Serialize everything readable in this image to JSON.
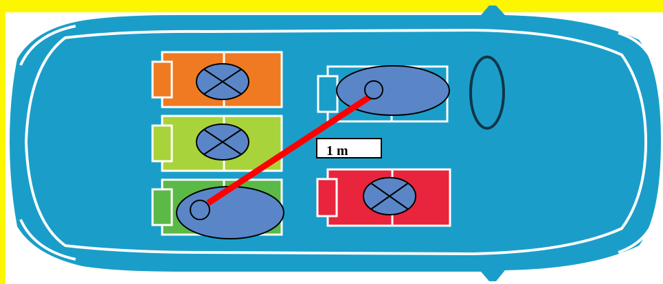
{
  "diagram": {
    "distance_label": "1 m"
  },
  "colors": {
    "frame": "#fcf600",
    "car_body": "#1a9ec9",
    "car_outline": "#ffffff",
    "seat_orange": "#ef7a21",
    "seat_lime": "#a8d33a",
    "seat_green": "#5bb947",
    "seat_red": "#e8253d",
    "person_fill": "#5a86c8",
    "link_line": "#ff0000",
    "steering_wheel": "#11344a"
  },
  "legend": {
    "marker_types": [
      "occupied-seat",
      "unoccupied-seat-marker"
    ]
  }
}
